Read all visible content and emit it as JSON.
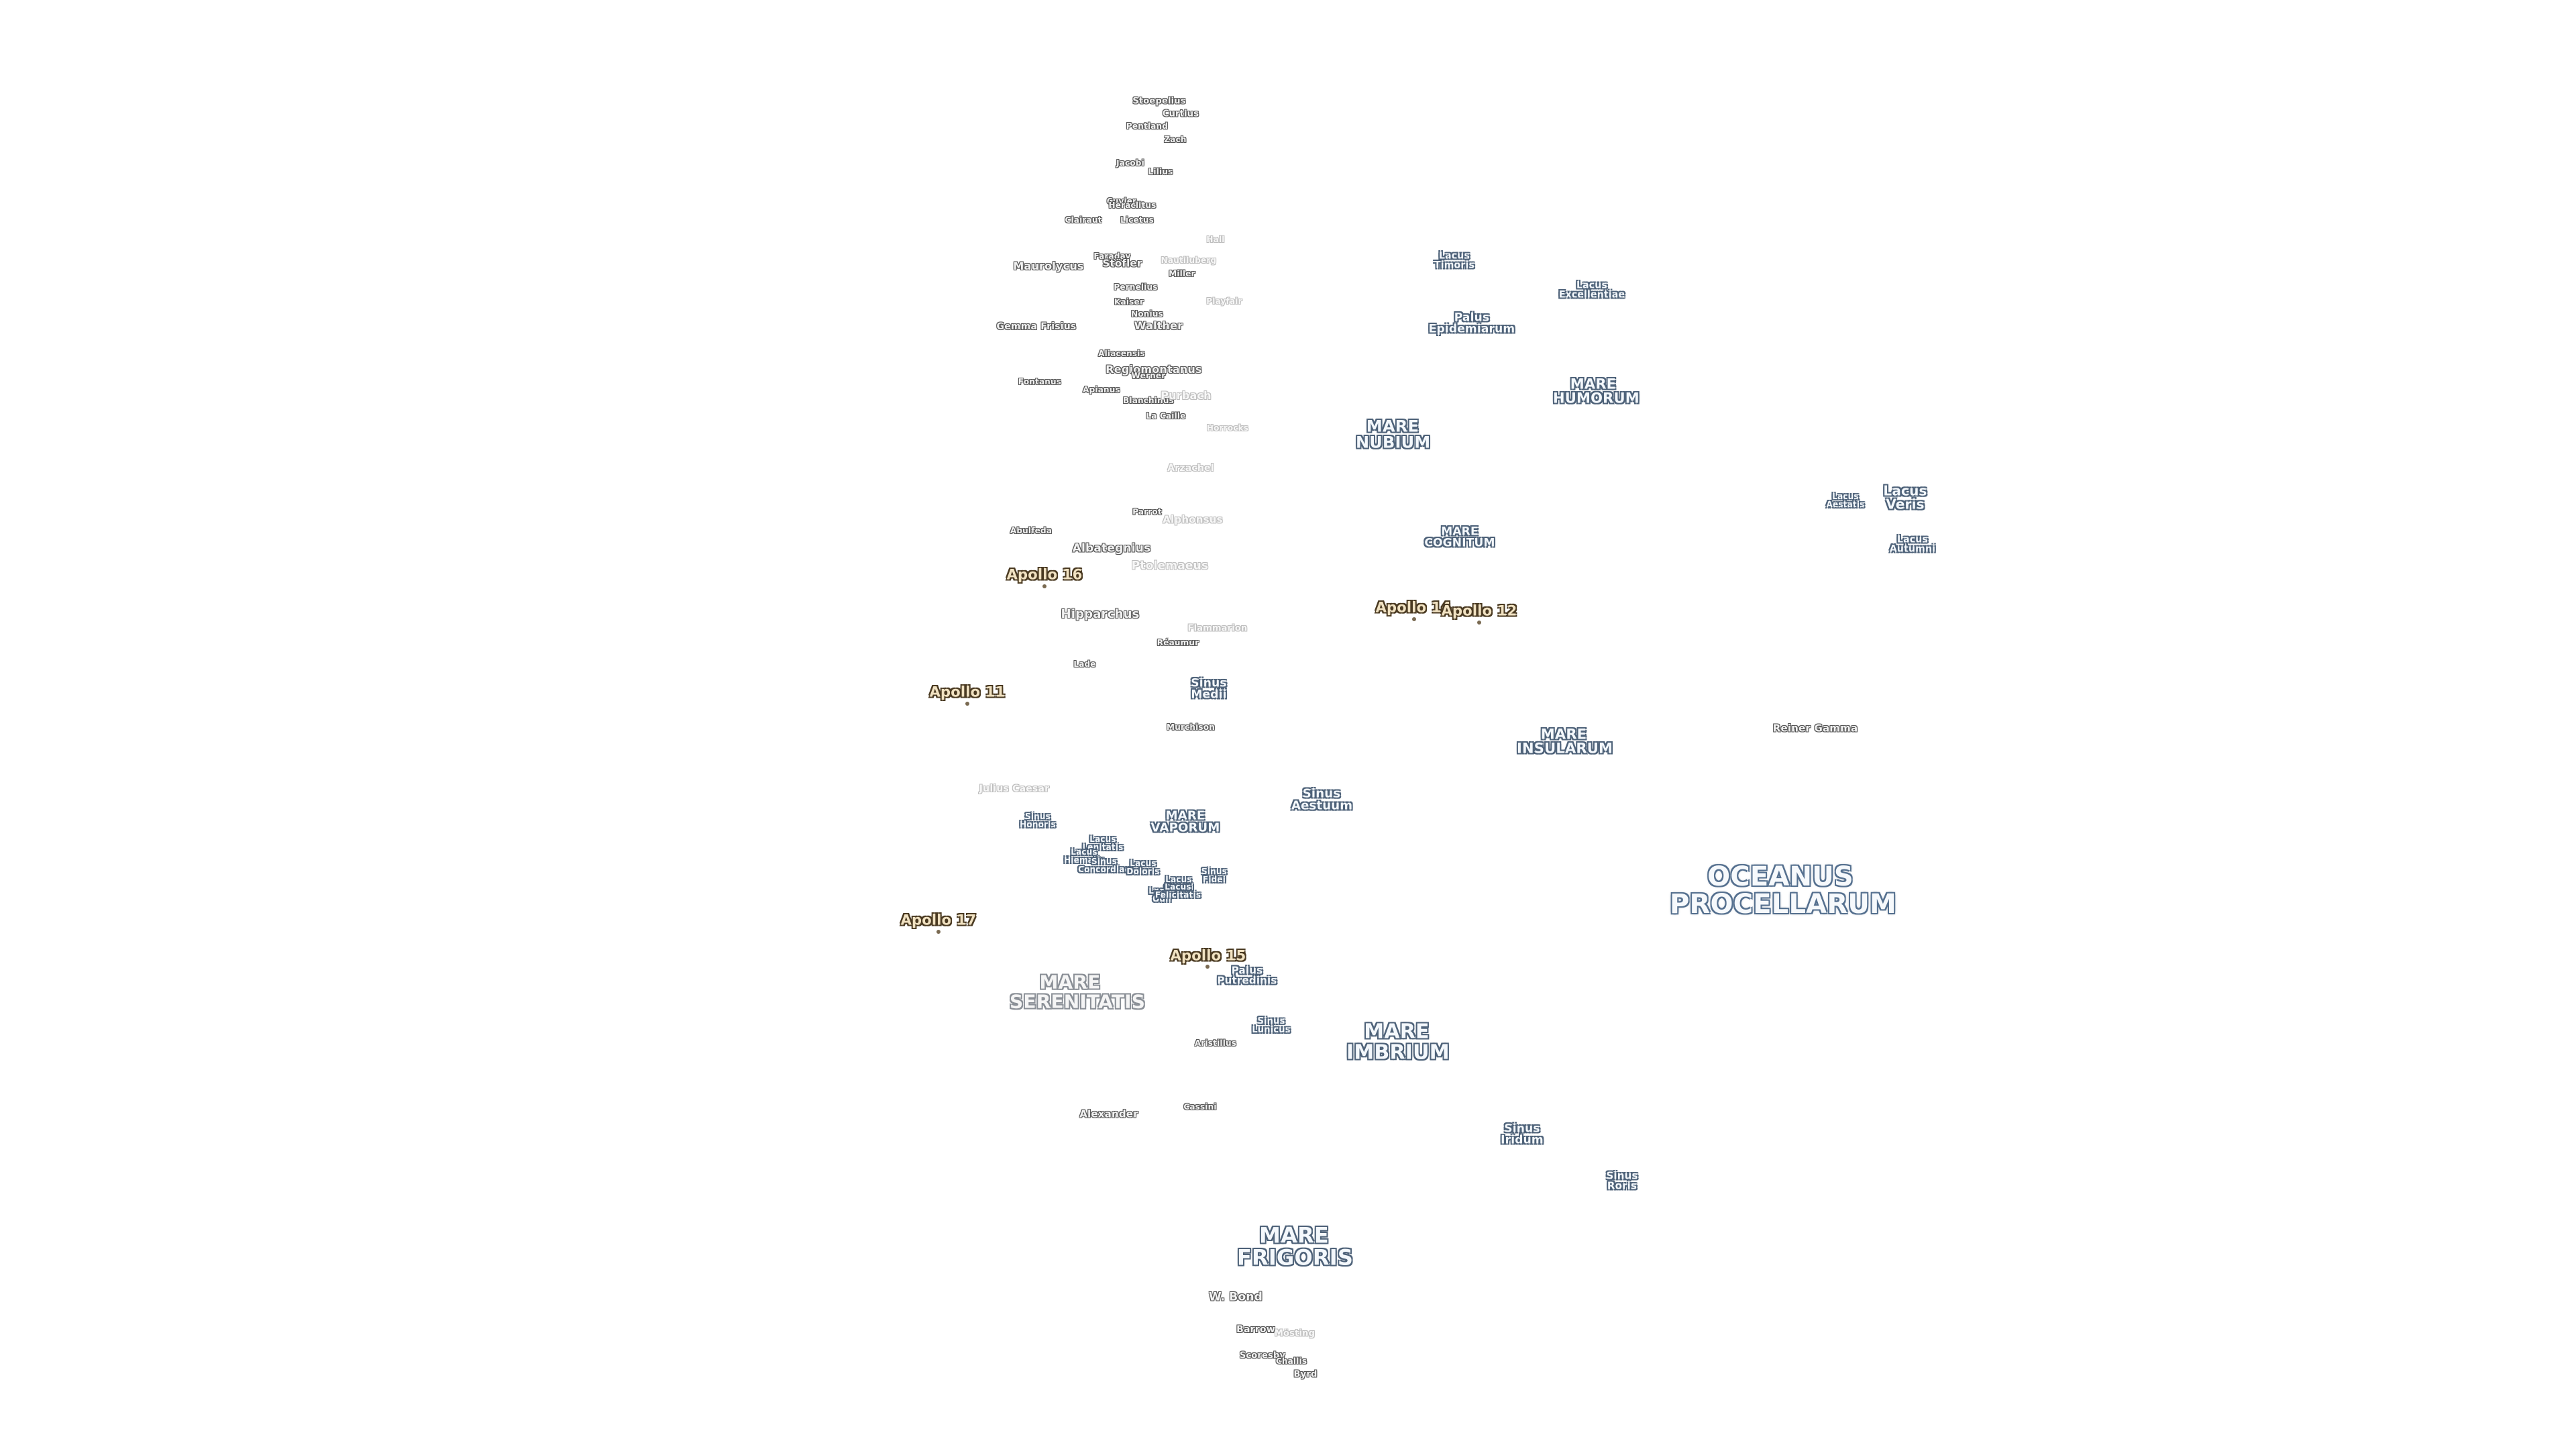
{
  "map": {
    "craters": [
      "Stoepelius",
      "Curtius",
      "Pentland",
      "Zach",
      "Jacobi",
      "Lilius",
      "Cuvier",
      "Heraclitus",
      "Clairaut",
      "Licetus",
      "Maurolycus",
      "Faraday",
      "Stöfler",
      "Nautiluberg",
      "Miller",
      "Pernelius",
      "Kaiser",
      "Nonius",
      "Walther",
      "Gemma Frisius",
      "Aliacensis",
      "Regiomontanus",
      "Fontanus",
      "Apianus",
      "Werner",
      "Blanchinus",
      "Purbach",
      "La Caille",
      "Arzachel",
      "Parrot",
      "Alphonsus",
      "Abulfeda",
      "Albategnius",
      "Ptolemaeus",
      "Hipparchus",
      "Réaumur",
      "Lade",
      "Murchison",
      "Julius Caesar",
      "Aristillus",
      "Alexander",
      "Cassini",
      "W. Bond",
      "Barrow",
      "Scoresby",
      "Challis",
      "Byrd",
      "Reiner Gamma",
      "Hall",
      "Playfair",
      "Horrocks",
      "Flammarion",
      "Mösting"
    ],
    "seas": [
      "Lacus Timoris",
      "Lacus Excellentiae",
      "Palus Epidemiarum",
      "MARE HUMORUM",
      "MARE NUBIUM",
      "Lacus Veris",
      "Lacus Autumni",
      "MARE COGNITUM",
      "Lacus Aestatis",
      "Sinus Medii",
      "MARE INSULARUM",
      "Sinus Aestuum",
      "MARE VAPORUM",
      "Sinus Honoris",
      "Lacus Lenitatis",
      "Lacus Hiemalis",
      "Sinus Concordiae",
      "Lacus Doloris",
      "Lacus Gaudii",
      "Sinus Fidei",
      "Lacus Odii",
      "Lacus Felicitatis",
      "Palus Putredinis",
      "Sinus Lunicus",
      "MARE IMBRIUM",
      "Sinus Iridum",
      "Sinus Roris",
      "MARE FRIGORIS",
      "MARE SERENITATIS",
      "OCEANUS PROCELLARUM"
    ],
    "apollo_sites": [
      "Apollo 16",
      "Apollo 14",
      "Apollo 12",
      "Apollo 11",
      "Apollo 17",
      "Apollo 15"
    ]
  }
}
